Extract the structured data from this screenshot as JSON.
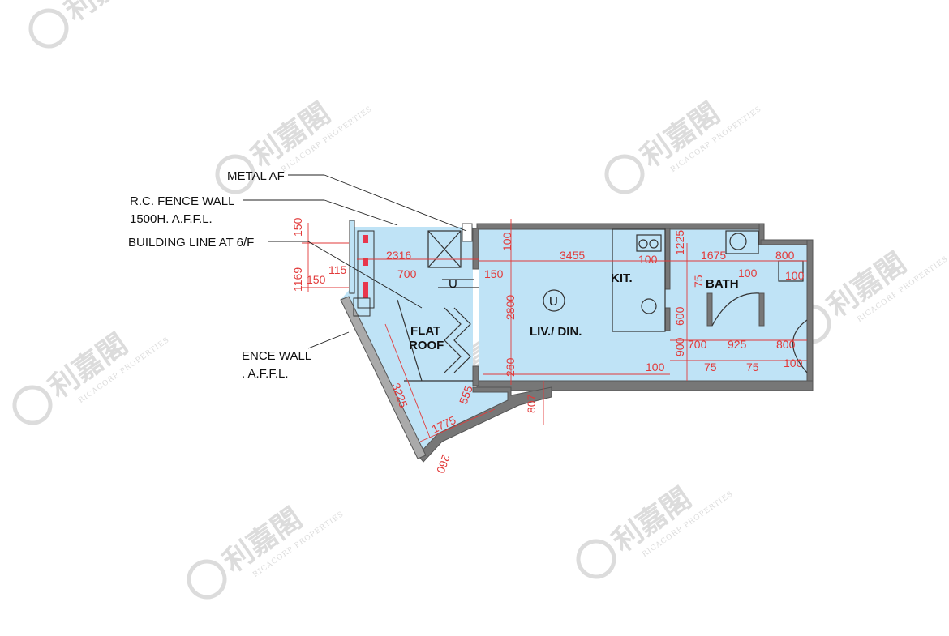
{
  "labels": {
    "metal_af": "METAL AF",
    "rc_fence_wall": "R.C. FENCE WALL",
    "rc_fence_wall_height": "1500H. A.F.F.L.",
    "building_line": "BUILDING LINE AT 6/F",
    "fence_wall_left": "ENCE WALL",
    "fence_wall_left_height": ". A.F.F.L."
  },
  "rooms": {
    "living_dining": "LIV./ DIN.",
    "unit_mark": "U",
    "kitchen": "KIT.",
    "bath": "BATH",
    "flat_roof_line1": "FLAT",
    "flat_roof_line2": "ROOF",
    "stair_up": "U"
  },
  "dimensions": {
    "d150_top": "150",
    "d1169": "1169",
    "d150_left": "150",
    "d115": "115",
    "d2316": "2316",
    "d700_a": "700",
    "d150_mid": "150",
    "d100_top": "100",
    "d3455": "3455",
    "d100_kit": "100",
    "d1225": "1225",
    "d1675": "1675",
    "d800_top": "800",
    "d100_bath": "100",
    "d100_right_top": "100",
    "d75_bath": "75",
    "d2800": "2800",
    "d600": "600",
    "d900": "900",
    "d700_b": "700",
    "d925": "925",
    "d800_bottom": "800",
    "d100_living": "100",
    "d75_a": "75",
    "d75_b": "75",
    "d100_right_bottom": "100",
    "d260_mid": "260",
    "d3225": "3225",
    "d555": "555",
    "d1775": "1775",
    "d807": "807",
    "d260_bottom": "260"
  },
  "watermark": {
    "brand_cn": "利嘉閣",
    "brand_en": "RICACORP PROPERTIES"
  },
  "colors": {
    "floor_fill": "#bfe3f6",
    "wall": "#555555",
    "dimension": "#e23a3a",
    "watermark": "#dcdcdc"
  }
}
